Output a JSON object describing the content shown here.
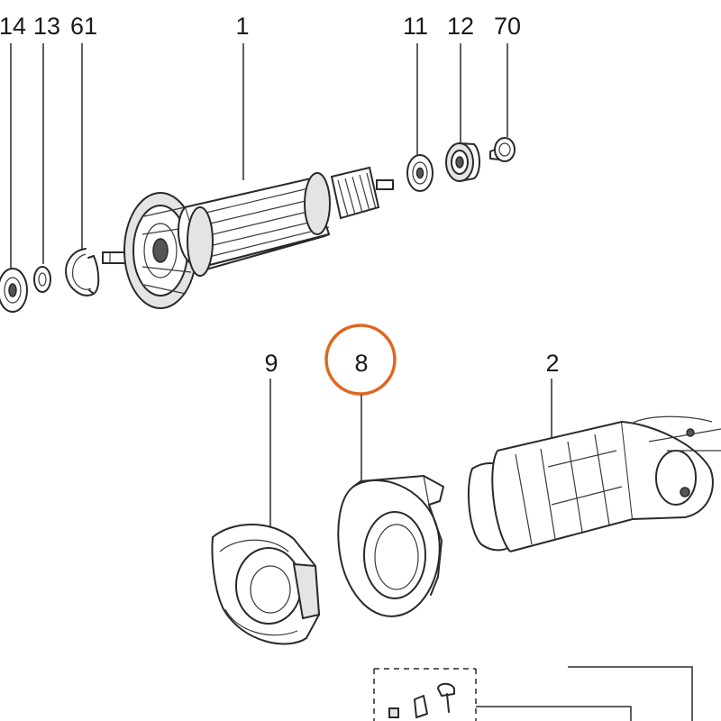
{
  "labels": {
    "p14": "14",
    "p13": "13",
    "p61": "61",
    "p1": "1",
    "p11": "11",
    "p12": "12",
    "p70": "70",
    "p9": "9",
    "p8": "8",
    "p2": "2"
  },
  "highlight": {
    "part": "8",
    "color": "#e0661f"
  }
}
